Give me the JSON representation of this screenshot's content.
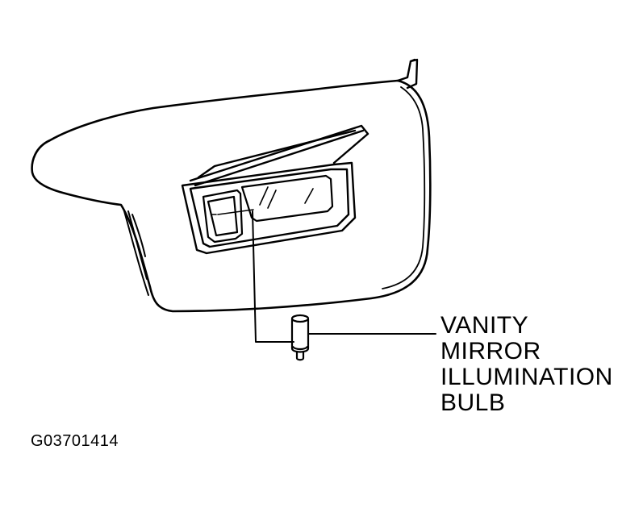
{
  "callout": {
    "lines": [
      "VANITY",
      "MIRROR",
      "ILLUMINATION",
      "BULB"
    ]
  },
  "figure_code": "G03701414",
  "colors": {
    "ink": "#000000",
    "paper": "#ffffff"
  }
}
